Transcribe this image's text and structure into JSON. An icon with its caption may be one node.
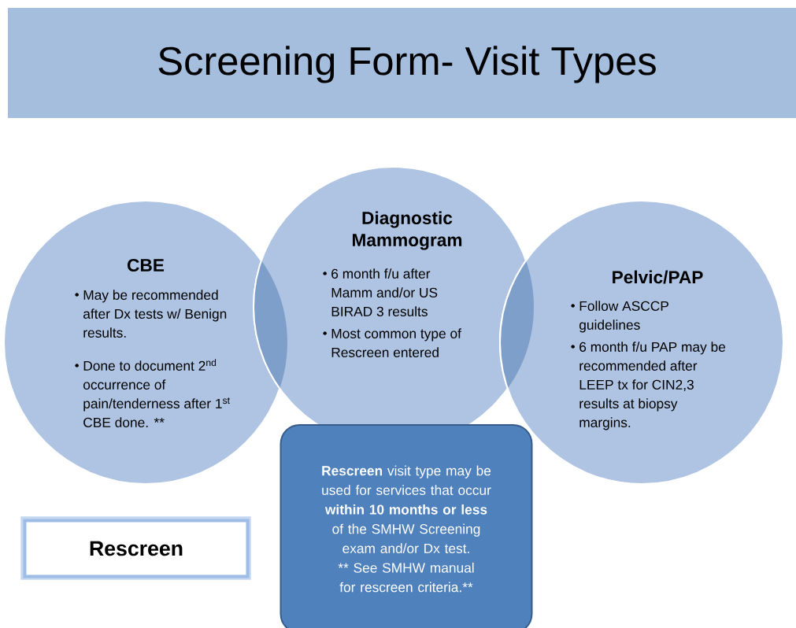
{
  "diagram": {
    "title": "Screening Form- Visit Types",
    "nodes": [
      {
        "text": [
          "CBE",
          "May be recommended after Dx tests w/ Benign results.",
          "Done to document 2$^{nd}$ occurrence of pain/tenderness after 1$^{st}$ CBE done. **"
        ]
      },
      {
        "text": [
          "Diagnostic Mammogram",
          "6 month f/u after Mamm and/or US BIRAD 3 results",
          "Most common type of Rescreen entered"
        ]
      },
      {
        "text": [
          "Pelvic/PAP",
          "Follow ASCCP guidelines",
          "6 month f/u PAP may be recommended after LEEP tx for CIN2,3 results at biopsy margins."
        ]
      },
      {
        "text": [
          "Rescreen"
        ]
      },
      {
        "text": [
          "**Rescreen** visit type may be used for services that occur **within 10 months or less** of the SMHW Screening exam and/or Dx test.",
          "** See SMHW manual for rescreen criteria.**"
        ]
      }
    ]
  }
}
